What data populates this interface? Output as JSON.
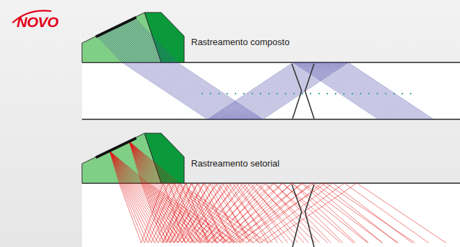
{
  "diagram": {
    "labels": [
      "NOVO",
      "Rastreamento composto",
      "Rastreamento setorial"
    ]
  }
}
